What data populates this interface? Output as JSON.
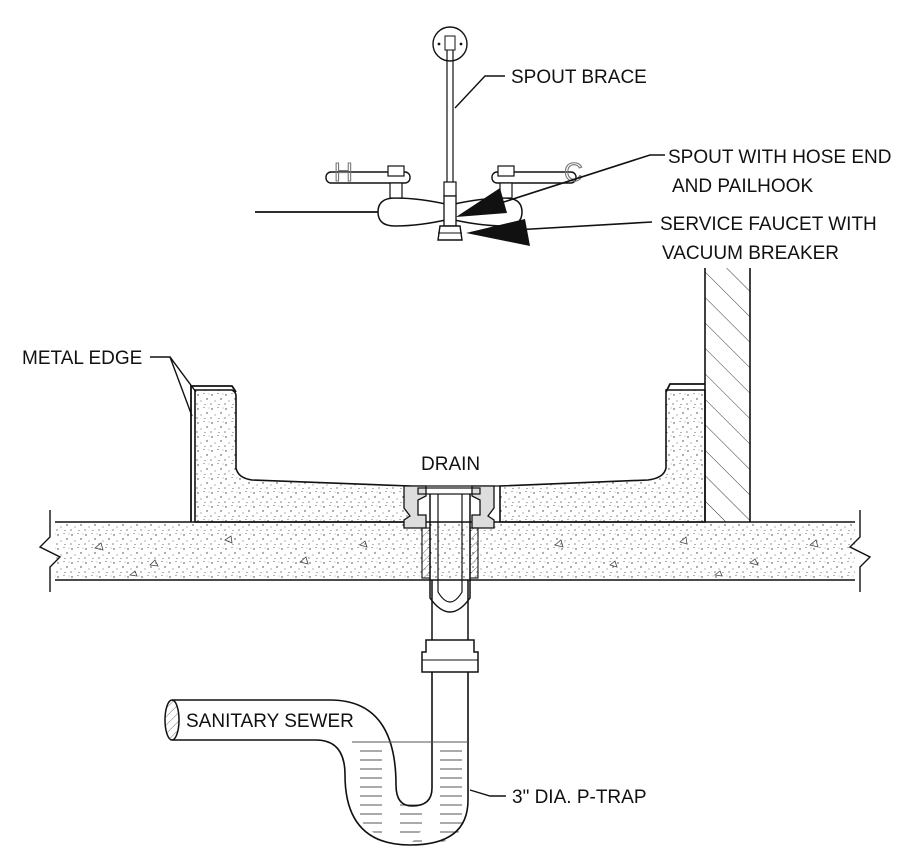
{
  "labels": {
    "spout_brace": "SPOUT BRACE",
    "spout_hose_line1": "SPOUT WITH HOSE END",
    "spout_hose_line2": "AND PAILHOOK",
    "faucet_line1": "SERVICE FAUCET WITH",
    "faucet_line2": "VACUUM BREAKER",
    "metal_edge": "METAL EDGE",
    "drain": "DRAIN",
    "sanitary_sewer": "SANITARY SEWER",
    "p_trap": "3\" DIA. P-TRAP",
    "hot": "H",
    "cold": "C"
  }
}
